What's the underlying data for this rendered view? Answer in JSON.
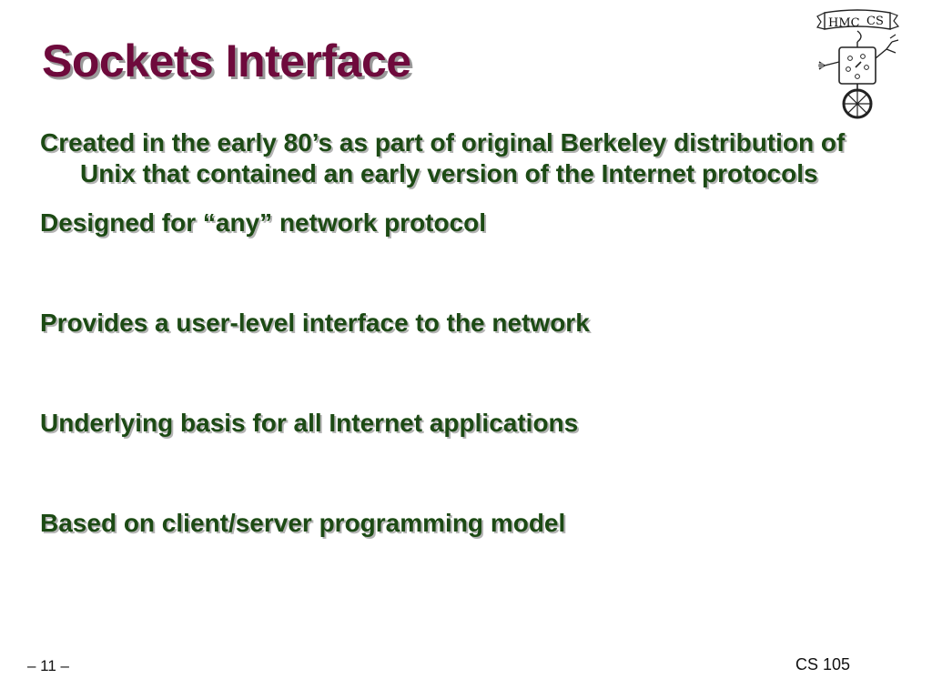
{
  "slide": {
    "title": "Sockets Interface",
    "bullets": [
      "Created in the early 80’s as part of original Berkeley distribution of Unix that contained an early version of the Internet protocols",
      "Designed for “any” network protocol",
      "Provides a user-level interface to the network",
      "Underlying basis for all Internet applications",
      "Based on client/server programming model"
    ]
  },
  "logo": {
    "icon": "hmc-cs-robot-logo",
    "text_left": "HMC",
    "text_right": "CS"
  },
  "footer": {
    "page_number": "– 11 –",
    "course": "CS 105"
  }
}
